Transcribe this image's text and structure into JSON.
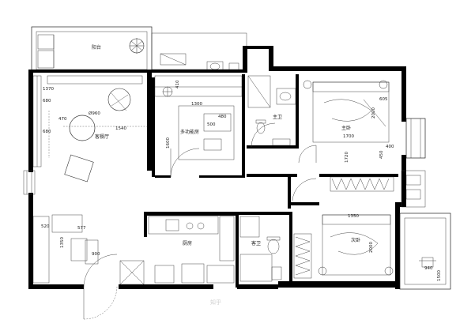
{
  "rooms": {
    "balcony": "阳台",
    "living_dining": "客餐厅",
    "multi_room": "多功能房",
    "master_bath": "主卫",
    "master_bedroom": "主卧",
    "second_bedroom": "次卧",
    "guest_bath": "客卫",
    "kitchen": "厨房"
  },
  "dimensions": {
    "d_1370": "1370",
    "d_680a": "680",
    "d_470": "470",
    "d_680b": "680",
    "d_1540": "1540",
    "d_1300": "1300",
    "d_500": "500",
    "d_480": "480",
    "d_1600": "1600",
    "d_410": "410",
    "d_605": "605",
    "d_2000a": "2000",
    "d_1700": "1700",
    "d_400": "400",
    "d_450": "450",
    "d_1720": "1720",
    "d_1350": "1350",
    "d_2000b": "2000",
    "d_520": "520",
    "d_1350b": "1350",
    "d_900": "900",
    "d_940": "940",
    "d_577": "577",
    "d_1500": "1500",
    "d_dia": "Ø960"
  },
  "watermark": "知乎"
}
